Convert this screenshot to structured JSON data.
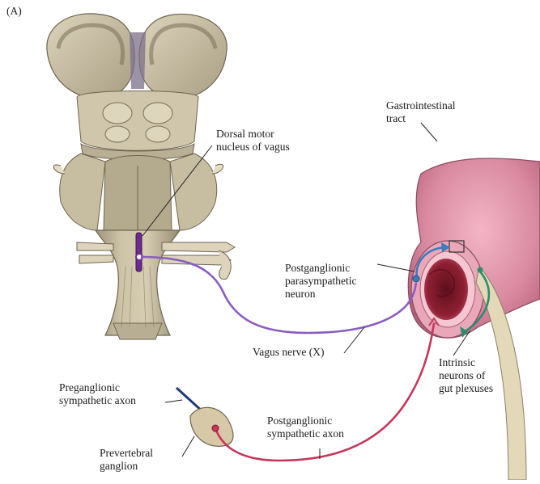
{
  "panel_letter": "(A)",
  "labels": {
    "dorsal_motor_nucleus": "Dorsal motor\nnucleus of vagus",
    "gi_tract": "Gastrointestinal\ntract",
    "postganglionic_parasympathetic": "Postganglionic\nparasympathetic\nneuron",
    "vagus_nerve": "Vagus nerve (X)",
    "intrinsic_neurons": "Intrinsic\nneurons of\ngut plexuses",
    "preganglionic_sympathetic": "Preganglionic\nsympathetic axon",
    "postganglionic_sympathetic": "Postganglionic\nsympathetic axon",
    "prevertebral_ganglion": "Prevertebral\nganglion"
  },
  "colors": {
    "brainstem": "#c8bfa3",
    "brainstem_shadow": "#8c826a",
    "gut_outer": "#d98aa0",
    "gut_inner": "#8e1f32",
    "vagus_nerve": "#8a5cc2",
    "sympathetic_axon": "#c7365a",
    "preganglionic_axon": "#1f3b7a",
    "intrinsic_neuron": "#2e8b6e",
    "parasympathetic_neuron": "#3b7bbf",
    "ganglion": "#d7c9a8",
    "mesentery": "#e3d9b8"
  }
}
